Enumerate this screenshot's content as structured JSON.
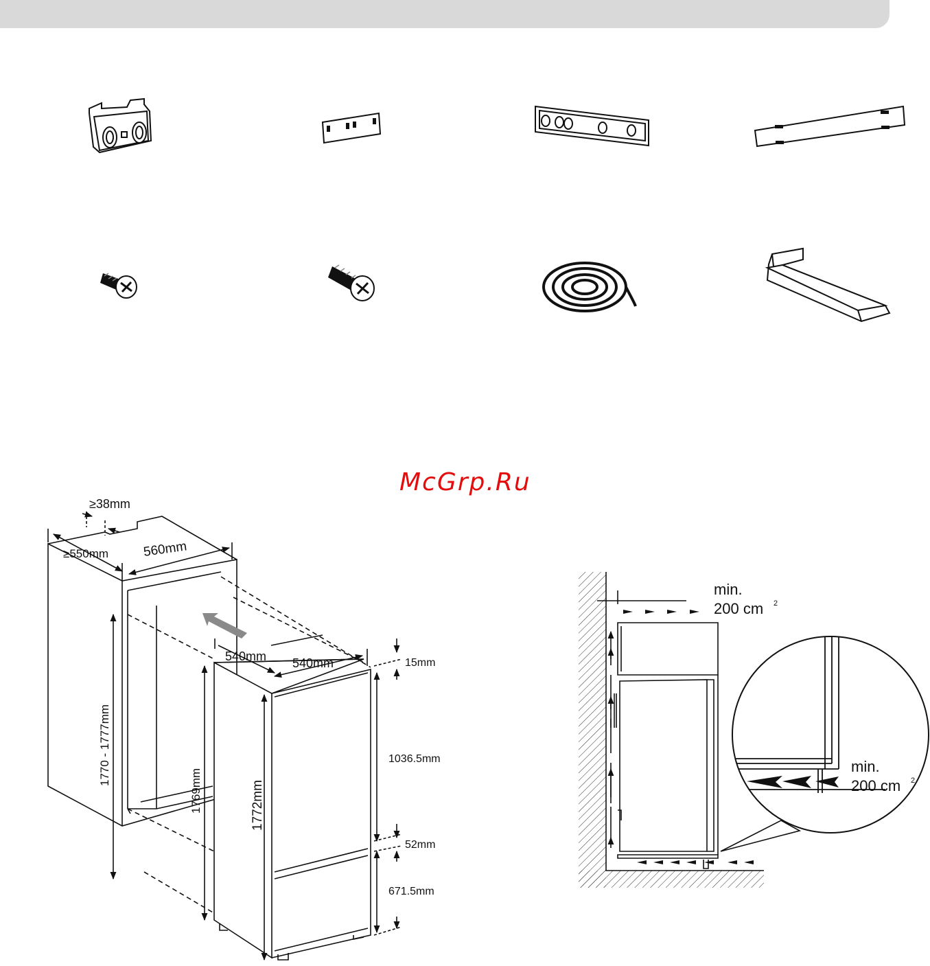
{
  "watermark": "McGrp.Ru",
  "colors": {
    "ink": "#111111",
    "header_bar": "#d9d9d9",
    "watermark": "#e40d0d",
    "arrow_grey": "#8a8a8a"
  },
  "parts": [
    {
      "icon": "hinge-bracket-icon"
    },
    {
      "icon": "small-plate-icon"
    },
    {
      "icon": "hinge-rail-icon"
    },
    {
      "icon": "cover-strip-icon"
    },
    {
      "icon": "short-screw-icon"
    },
    {
      "icon": "long-screw-icon"
    },
    {
      "icon": "seal-tape-roll-icon"
    },
    {
      "icon": "plinth-bracket-icon"
    }
  ],
  "installation": {
    "depth_gap": "≥38mm",
    "depth": "≥550mm",
    "width": "560mm",
    "niche_height": "1770 - 1777mm",
    "unit_depth": "540mm",
    "unit_width": "540mm",
    "unit_height_side": "1769mm",
    "unit_height_front": "1772mm",
    "top_gap": "15mm",
    "upper_door": "1036.5mm",
    "middle_gap": "52mm",
    "lower_door": "671.5mm"
  },
  "ventilation": {
    "top_label": "min.",
    "top_value": "200 cm",
    "top_exp": "2",
    "bottom_label": "min.",
    "bottom_value": "200 cm",
    "bottom_exp": "2"
  }
}
